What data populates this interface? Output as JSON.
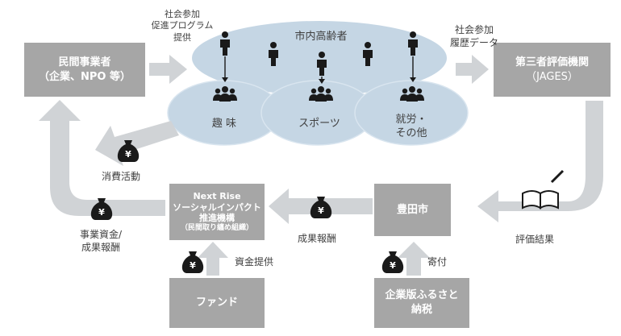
{
  "nodes": {
    "private_business": {
      "line1": "民間事業者",
      "line2": "（企業、NPO 等）"
    },
    "third_party": {
      "line1": "第三者評価機関",
      "line2": "（JAGES）"
    },
    "toyota": {
      "label": "豊田市"
    },
    "next_rise": {
      "line1": "Next Rise",
      "line2": "ソーシャルインパクト",
      "line3": "推進機構",
      "line4": "（民間取り纏め組織）"
    },
    "fund": {
      "label": "ファンド"
    },
    "furusato": {
      "line1": "企業版ふるさと",
      "line2": "納税"
    }
  },
  "elderly_area": {
    "title": "市内高齢者",
    "groups": [
      {
        "line1": "趣 味"
      },
      {
        "line1": "スポーツ"
      },
      {
        "line1": "就労・",
        "line2": "その他"
      }
    ]
  },
  "flows": {
    "program": {
      "line1": "社会参加",
      "line2": "促進プログラム",
      "line3": "提供"
    },
    "history": {
      "line1": "社会参加",
      "line2": "履歴データ"
    },
    "evaluation": "評価結果",
    "outcome_pay": "成果報酬",
    "consumption": "消費活動",
    "business_fund": {
      "line1": "事業資金/",
      "line2": "成果報酬"
    },
    "capital": "資金提供",
    "donation": "寄付"
  },
  "money_symbol": "¥",
  "colors": {
    "box": "#a6a6a6",
    "arrow": "#d0d3d6",
    "circle": "#c5d6e4",
    "icon": "#1a1a1a",
    "bag": "#1a1a1a"
  }
}
